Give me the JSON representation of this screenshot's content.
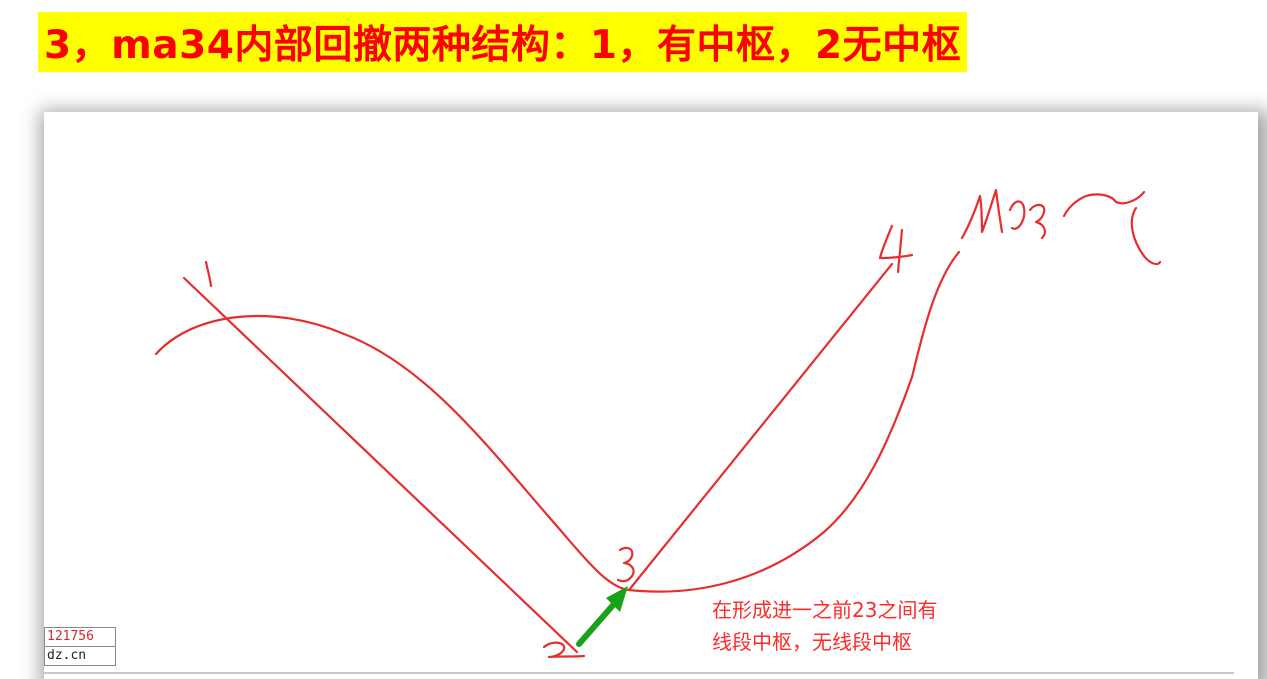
{
  "title": "3，ma34内部回撤两种结构：1，有中枢，2无中枢",
  "watermark": {
    "line1": "121756",
    "line2": "dz.cn"
  },
  "note": {
    "line1": "在形成进一之前23之间有",
    "line2": "线段中枢，无线段中枢"
  },
  "colors": {
    "title_text": "#ff0000",
    "title_highlight": "#ffff00",
    "ink": "#e52e2e",
    "arrow": "#1aa11a"
  }
}
